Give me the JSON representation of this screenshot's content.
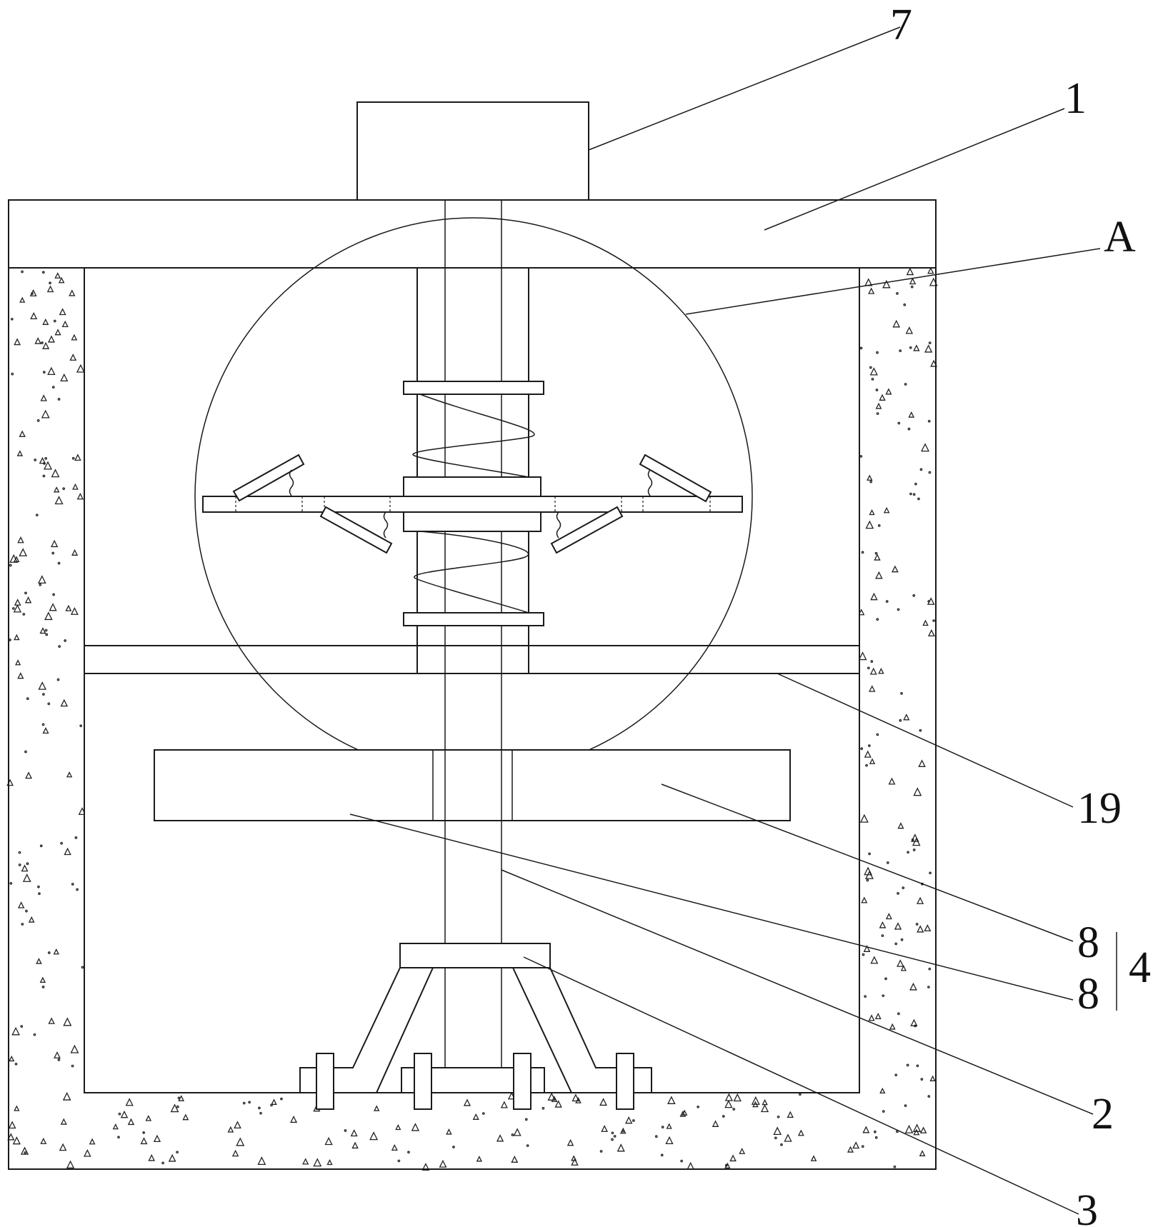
{
  "figure": {
    "labels": {
      "motor": "7",
      "top_cover": "1",
      "detail_view": "A",
      "partition_plate": "19",
      "stirring_blade_right": "8",
      "stirring_blade_left": "8",
      "stirring_assembly": "4",
      "stirring_shaft": "2",
      "support_frame": "3"
    }
  }
}
